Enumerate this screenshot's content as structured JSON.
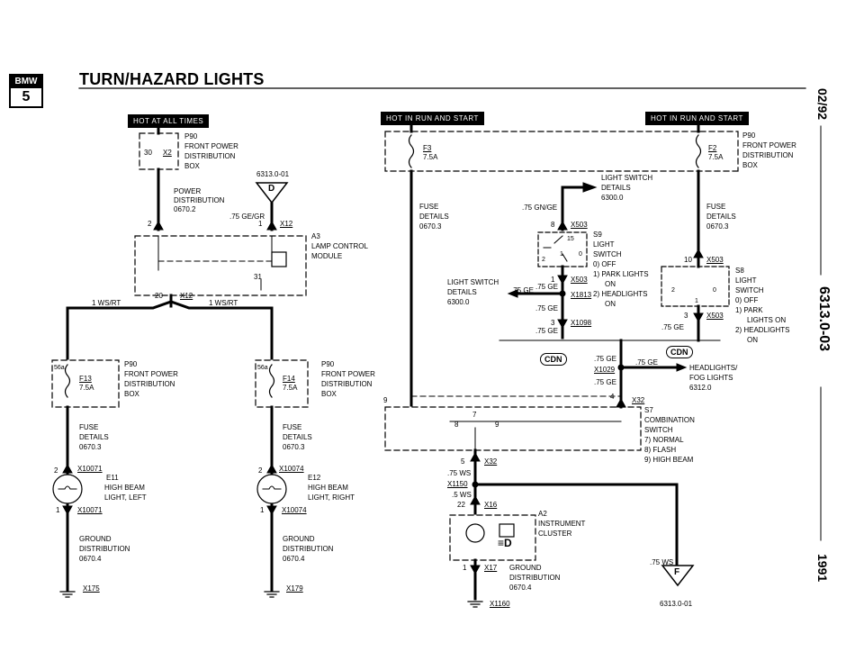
{
  "header": {
    "logo_brand": "BMW",
    "logo_series": "5",
    "title": "TURN/HAZARD LIGHTS"
  },
  "side_margin": {
    "date": "02/92",
    "doc_number": "6313.0-03",
    "year": "1991"
  },
  "hot_labels": {
    "left": "HOT AT ALL TIMES",
    "center": "HOT IN RUN AND START",
    "right": "HOT IN RUN AND START"
  },
  "fuse_box_top": {
    "terminal": "30",
    "connector": "X2",
    "name": "P90",
    "desc_1": "FRONT POWER",
    "desc_2": "DISTRIBUTION",
    "desc_3": "BOX"
  },
  "power_dist": {
    "line_1": "POWER",
    "line_2": "DISTRIBUTION",
    "line_3": "0670.2",
    "ref": "6313.0-01",
    "arrow": "D",
    "wire": ".75 GE/GR"
  },
  "lamp_control": {
    "pin_left": "2",
    "pin_1": "1",
    "connector": "X12",
    "name": "A3",
    "desc_1": "LAMP CONTROL",
    "desc_2": "MODULE",
    "pin_31": "31",
    "pin_20": "20",
    "connector_bottom": "X12",
    "wire_left": "1 WS/RT",
    "wire_right": "1 WS/RT"
  },
  "fuse_f13": {
    "pin": "56a",
    "fuse": "F13",
    "rating": "7.5A",
    "name": "P90",
    "desc_1": "FRONT POWER",
    "desc_2": "DISTRIBUTION",
    "desc_3": "BOX"
  },
  "fuse_f14": {
    "pin": "56a",
    "fuse": "F14",
    "rating": "7.5A",
    "name": "P90",
    "desc_1": "FRONT POWER",
    "desc_2": "DISTRIBUTION",
    "desc_3": "BOX"
  },
  "fuse_details_left": {
    "line_1": "FUSE",
    "line_2": "DETAILS",
    "line_3": "0670.3"
  },
  "fuse_details_mid": {
    "line_1": "FUSE",
    "line_2": "DETAILS",
    "line_3": "0670.3"
  },
  "lamp_e11": {
    "pin_top": "2",
    "connector_top": "X10071",
    "name": "E11",
    "desc_1": "HIGH BEAM",
    "desc_2": "LIGHT, LEFT",
    "pin_bottom": "1",
    "connector_bottom": "X10071"
  },
  "lamp_e12": {
    "pin_top": "2",
    "connector_top": "X10074",
    "name": "E12",
    "desc_1": "HIGH BEAM",
    "desc_2": "LIGHT, RIGHT",
    "pin_bottom": "1",
    "connector_bottom": "X10074"
  },
  "ground_left": {
    "line_1": "GROUND",
    "line_2": "DISTRIBUTION",
    "line_3": "0670.4",
    "connector": "X175"
  },
  "ground_mid": {
    "line_1": "GROUND",
    "line_2": "DISTRIBUTION",
    "line_3": "0670.4",
    "connector": "X179"
  },
  "fuse_f3": {
    "fuse": "F3",
    "rating": "7.5A"
  },
  "fuse_f2": {
    "fuse": "F2",
    "rating": "7.5A",
    "name": "P90",
    "desc_1": "FRONT POWER",
    "desc_2": "DISTRIBUTION",
    "desc_3": "BOX"
  },
  "light_switch_ref": {
    "line_1": "LIGHT SWITCH",
    "line_2": "DETAILS",
    "line_3": "6300.0"
  },
  "fuse_details_center": {
    "line_1": "FUSE",
    "line_2": "DETAILS",
    "line_3": "0670.3"
  },
  "fuse_details_right": {
    "line_1": "FUSE",
    "line_2": "DETAILS",
    "line_3": "0670.3"
  },
  "wire_gn_ge": ".75 GN/GE",
  "switch_s9": {
    "pin_top": "8",
    "connector_top": "X503",
    "pin_15": "15",
    "pin_1": "1",
    "pin_0": "0",
    "pin_2": "2",
    "name": "S9",
    "desc_1": "LIGHT",
    "desc_2": "SWITCH",
    "opt_0": "0)  OFF",
    "opt_1": "1)  PARK LIGHTS",
    "opt_1b": "ON",
    "opt_2": "2)  HEADLIGHTS",
    "opt_2b": "ON",
    "pin_bottom": "1",
    "connector_bottom": "X503",
    "wire_1": ".75 GE",
    "wire_2": ".75 GE",
    "connector_mid": "X1813",
    "wire_3": ".75 GE",
    "pin_3": "3",
    "connector_3": "X1098",
    "wire_4": ".75 GE"
  },
  "light_switch_ref_2": {
    "line_1": "LIGHT SWITCH",
    "line_2": "DETAILS",
    "line_3": "6300.0"
  },
  "switch_s8": {
    "pin_top": "10",
    "connector_top": "X503",
    "name": "S8",
    "desc_1": "LIGHT",
    "desc_2": "SWITCH",
    "opt_0": "0)  OFF",
    "opt_1": "1)  PARK",
    "opt_1b": "LIGHTS ON",
    "opt_2": "2)  HEADLIGHTS",
    "opt_2b": "ON",
    "pin_2": "2",
    "pin_1": "1",
    "pin_0": "0",
    "pin_3": "3",
    "connector_bottom": "X503",
    "wire": ".75 GE"
  },
  "cdn_labels": {
    "left": "CDN",
    "right": "CDN"
  },
  "headlights_ref": {
    "wire_1": ".75 GE",
    "wire_2": ".75 GE",
    "connector": "X1029",
    "wire_3": ".75 GE",
    "desc_1": "HEADLIGHTS/",
    "desc_2": "FOG LIGHTS",
    "desc_3": "6312.0"
  },
  "combo_switch": {
    "pin_9_left": "9",
    "pin_4": "4",
    "connector": "X32",
    "name": "S7",
    "desc_1": "COMBINATION",
    "desc_2": "SWITCH",
    "pin_7": "7",
    "pin_8": "8",
    "pin_9": "9",
    "opt_7": "7)  NORMAL",
    "opt_8": "8)  FLASH",
    "opt_9": "9)  HIGH BEAM",
    "pin_5": "5",
    "connector_bottom": "X32"
  },
  "cluster_wires": {
    "wire_1": ".75 WS",
    "connector": "X1150",
    "wire_2": ".5 WS",
    "pin_22": "22",
    "connector_x16": "X16",
    "wire_right": ".75 WS"
  },
  "instrument_cluster": {
    "name": "A2",
    "desc_1": "INSTRUMENT",
    "desc_2": "CLUSTER",
    "pin_1": "1",
    "connector": "X17",
    "gnd_1": "GROUND",
    "gnd_2": "DISTRIBUTION",
    "gnd_3": "0670.4",
    "gnd_connector": "X1160"
  },
  "ref_f": {
    "arrow": "F",
    "ref": "6313.0-01"
  }
}
